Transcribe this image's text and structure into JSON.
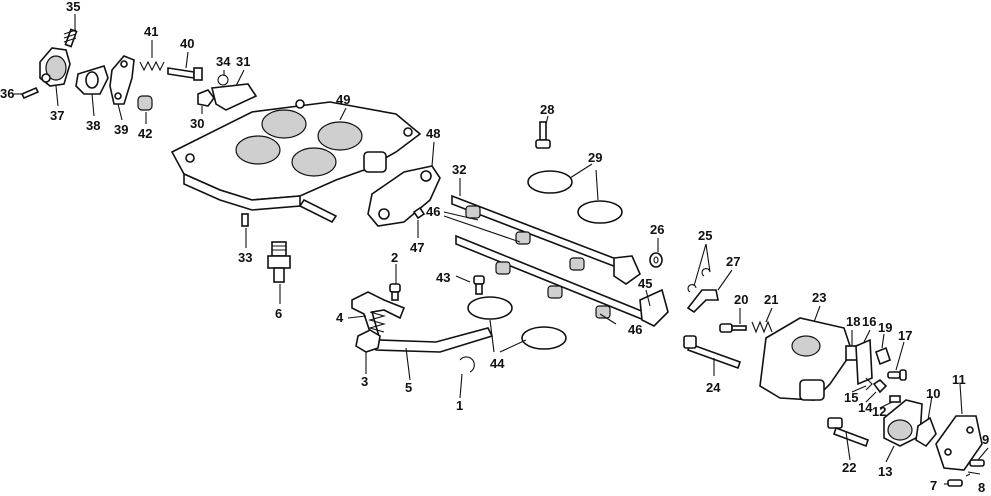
{
  "callouts": [
    {
      "id": "c35",
      "label": "35"
    },
    {
      "id": "c36",
      "label": "36"
    },
    {
      "id": "c37",
      "label": "37"
    },
    {
      "id": "c38",
      "label": "38"
    },
    {
      "id": "c39",
      "label": "39"
    },
    {
      "id": "c41",
      "label": "41"
    },
    {
      "id": "c40",
      "label": "40"
    },
    {
      "id": "c42",
      "label": "42"
    },
    {
      "id": "c34",
      "label": "34"
    },
    {
      "id": "c31",
      "label": "31"
    },
    {
      "id": "c30",
      "label": "30"
    },
    {
      "id": "c49",
      "label": "49"
    },
    {
      "id": "c48",
      "label": "48"
    },
    {
      "id": "c28",
      "label": "28"
    },
    {
      "id": "c29",
      "label": "29"
    },
    {
      "id": "c32",
      "label": "32"
    },
    {
      "id": "c46a",
      "label": "46"
    },
    {
      "id": "c47",
      "label": "47"
    },
    {
      "id": "c26",
      "label": "26"
    },
    {
      "id": "c25",
      "label": "25"
    },
    {
      "id": "c27",
      "label": "27"
    },
    {
      "id": "c33",
      "label": "33"
    },
    {
      "id": "c6",
      "label": "6"
    },
    {
      "id": "c2",
      "label": "2"
    },
    {
      "id": "c43",
      "label": "43"
    },
    {
      "id": "c45",
      "label": "45"
    },
    {
      "id": "c46b",
      "label": "46"
    },
    {
      "id": "c4",
      "label": "4"
    },
    {
      "id": "c3",
      "label": "3"
    },
    {
      "id": "c5",
      "label": "5"
    },
    {
      "id": "c1",
      "label": "1"
    },
    {
      "id": "c44",
      "label": "44"
    },
    {
      "id": "c20",
      "label": "20"
    },
    {
      "id": "c21",
      "label": "21"
    },
    {
      "id": "c23",
      "label": "23"
    },
    {
      "id": "c24",
      "label": "24"
    },
    {
      "id": "c18",
      "label": "18"
    },
    {
      "id": "c16",
      "label": "16"
    },
    {
      "id": "c19",
      "label": "19"
    },
    {
      "id": "c17",
      "label": "17"
    },
    {
      "id": "c15",
      "label": "15"
    },
    {
      "id": "c14",
      "label": "14"
    },
    {
      "id": "c12",
      "label": "12"
    },
    {
      "id": "c10",
      "label": "10"
    },
    {
      "id": "c11",
      "label": "11"
    },
    {
      "id": "c22",
      "label": "22"
    },
    {
      "id": "c13",
      "label": "13"
    },
    {
      "id": "c9",
      "label": "9"
    },
    {
      "id": "c7",
      "label": "7"
    },
    {
      "id": "c8",
      "label": "8"
    }
  ]
}
